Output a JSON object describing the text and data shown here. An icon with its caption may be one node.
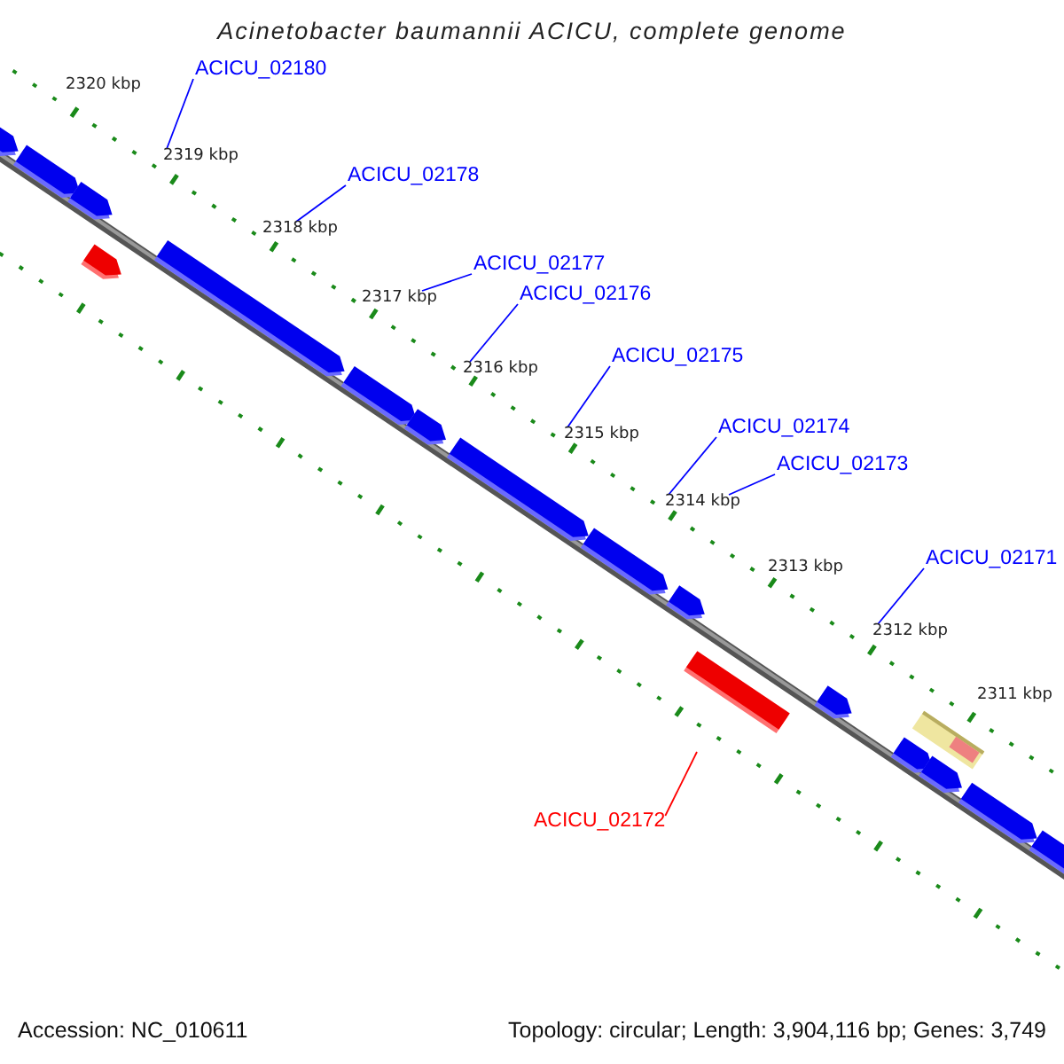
{
  "diagram": {
    "title": "Acinetobacter baumannii ACICU, complete genome",
    "nodes": [
      {
        "text": [
          "ACICU_02180"
        ]
      },
      {
        "text": [
          "ACICU_02178"
        ]
      },
      {
        "text": [
          "ACICU_02177"
        ]
      },
      {
        "text": [
          "ACICU_02176"
        ]
      },
      {
        "text": [
          "ACICU_02175"
        ]
      },
      {
        "text": [
          "ACICU_02174"
        ]
      },
      {
        "text": [
          "ACICU_02173"
        ]
      },
      {
        "text": [
          "ACICU_02171"
        ]
      },
      {
        "text": [
          "ACICU_02172"
        ]
      },
      {
        "text": [
          "2320 kbp"
        ]
      },
      {
        "text": [
          "2319 kbp"
        ]
      },
      {
        "text": [
          "2318 kbp"
        ]
      },
      {
        "text": [
          "2317 kbp"
        ]
      },
      {
        "text": [
          "2316 kbp"
        ]
      },
      {
        "text": [
          "2315 kbp"
        ]
      },
      {
        "text": [
          "2314 kbp"
        ]
      },
      {
        "text": [
          "2313 kbp"
        ]
      },
      {
        "text": [
          "2312 kbp"
        ]
      },
      {
        "text": [
          "2311 kbp"
        ]
      }
    ],
    "edges": [
      {
        "from": 0,
        "to": 10,
        "arrow": "none"
      },
      {
        "from": 1,
        "to": 11,
        "arrow": "none"
      },
      {
        "from": 2,
        "to": 12,
        "arrow": "none"
      },
      {
        "from": 3,
        "to": 13,
        "arrow": "none"
      },
      {
        "from": 4,
        "to": 14,
        "arrow": "none"
      },
      {
        "from": 5,
        "to": 15,
        "arrow": "none"
      },
      {
        "from": 6,
        "to": 15,
        "arrow": "none"
      },
      {
        "from": 7,
        "to": 17,
        "arrow": "none"
      },
      {
        "from": 8,
        "to": null,
        "arrow": "none",
        "color": "#ff0000"
      }
    ],
    "labels": [
      "Accession: NC_010611",
      "Topology: circular; Length: 3,904,116 bp; Genes: 3,749"
    ]
  }
}
